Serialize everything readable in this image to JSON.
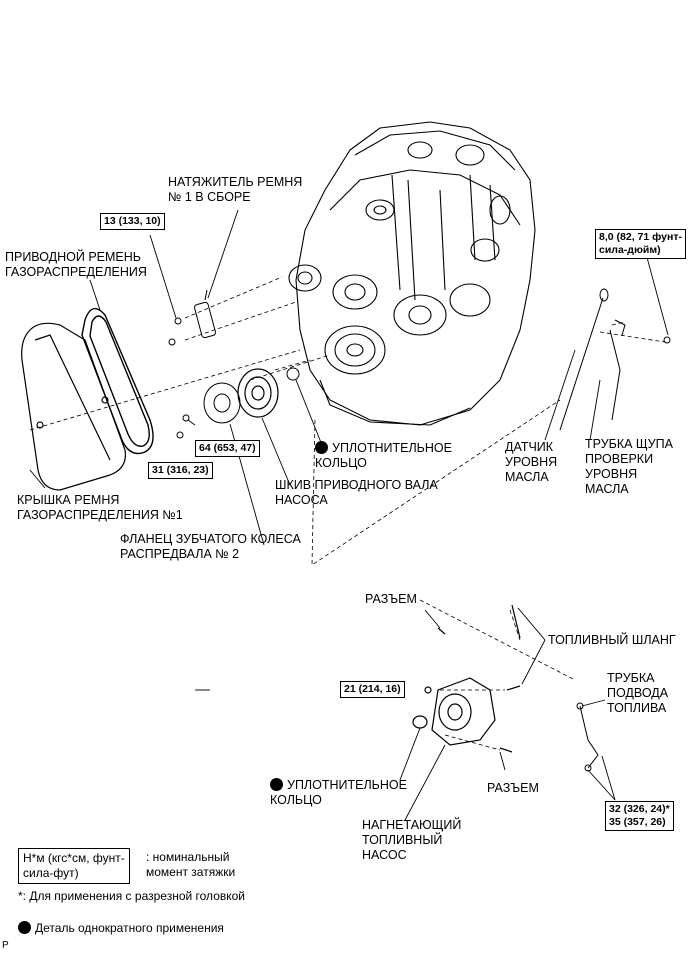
{
  "labels": {
    "tensioner": "НАТЯЖИТЕЛЬ РЕМНЯ\n№ 1 В СБОРЕ",
    "timing_belt": "ПРИВОДНОЙ РЕМЕНЬ\nГАЗОРАСПРЕДЕЛЕНИЯ",
    "belt_cover": "КРЫШКА РЕМНЯ\nГАЗОРАСПРЕДЕЛЕНИЯ №1",
    "camshaft_flange": "ФЛАНЕЦ ЗУБЧАТОГО КОЛЕСА\nРАСПРЕДВАЛА № 2",
    "pump_pulley": "ШКИВ ПРИВОДНОГО ВАЛА\nНАСОСА",
    "o_ring_top": "УПЛОТНИТЕЛЬНОЕ\nКОЛЬЦО",
    "oil_level_sensor": "ДАТЧИК\nУРОВНЯ\nМАСЛА",
    "dipstick_tube": "ТРУБКА ЩУПА\nПРОВЕРКИ\nУРОВНЯ\nМАСЛА",
    "connector_top": "РАЗЪЕМ",
    "fuel_hose": "ТОПЛИВНЫЙ ШЛАНГ",
    "fuel_inlet_tube": "ТРУБКА\nПОДВОДА\nТОПЛИВА",
    "connector_bottom": "РАЗЪЕМ",
    "o_ring_bottom": "УПЛОТНИТЕЛЬНОЕ\nКОЛЬЦО",
    "pump": "НАГНЕТАЮЩИЙ\nТОПЛИВНЫЙ\nНАСОС"
  },
  "torques": {
    "t13": "13 (133, 10)",
    "t64": "64 (653, 47)",
    "t31": "31 (316, 23)",
    "t8": "8,0 (82, 71 фунт-\nсила-дюйм)",
    "t21": "21 (214, 16)",
    "t32": "32 (326, 24)*\n35 (357, 26)"
  },
  "legend": {
    "unit_box": "Н*м (кгс*см, фунт-\nсила-фут)",
    "unit_desc": ": номинальный\nмомент затяжки",
    "note": "*: Для применения с разрезной головкой",
    "single_use": "Деталь однократного применения",
    "page_mark": "P"
  }
}
